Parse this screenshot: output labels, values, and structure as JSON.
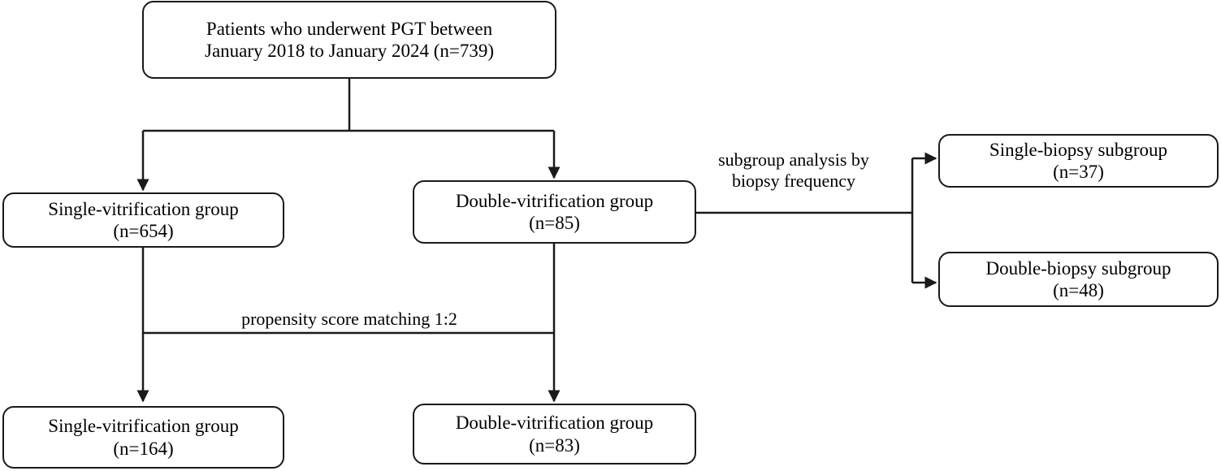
{
  "diagram": {
    "title": "PGT patient cohort flow diagram",
    "type": "flowchart",
    "line_color": "#1a1a1a",
    "box_fill": "#ffffff",
    "text_color": "#000000"
  },
  "nodes": {
    "cohort": {
      "line1": "Patients who underwent PGT between",
      "line2": "January 2018 to January 2024 (n=739)"
    },
    "single_vitrification_pre": {
      "line1": "Single-vitrification group",
      "line2": "(n=654)"
    },
    "double_vitrification_pre": {
      "line1": "Double-vitrification group",
      "line2": "(n=85)"
    },
    "single_biopsy_subgroup": {
      "line1": "Single-biopsy subgroup",
      "line2": "(n=37)"
    },
    "double_biopsy_subgroup": {
      "line1": "Double-biopsy subgroup",
      "line2": "(n=48)"
    },
    "single_vitrification_post": {
      "line1": "Single-vitrification group",
      "line2": "(n=164)"
    },
    "double_vitrification_post": {
      "line1": "Double-vitrification group",
      "line2": "(n=83)"
    }
  },
  "edge_labels": {
    "subgroup_analysis": {
      "line1": "subgroup analysis by",
      "line2": "biopsy frequency"
    },
    "propensity_matching": {
      "line1": "propensity score matching 1:2"
    }
  }
}
